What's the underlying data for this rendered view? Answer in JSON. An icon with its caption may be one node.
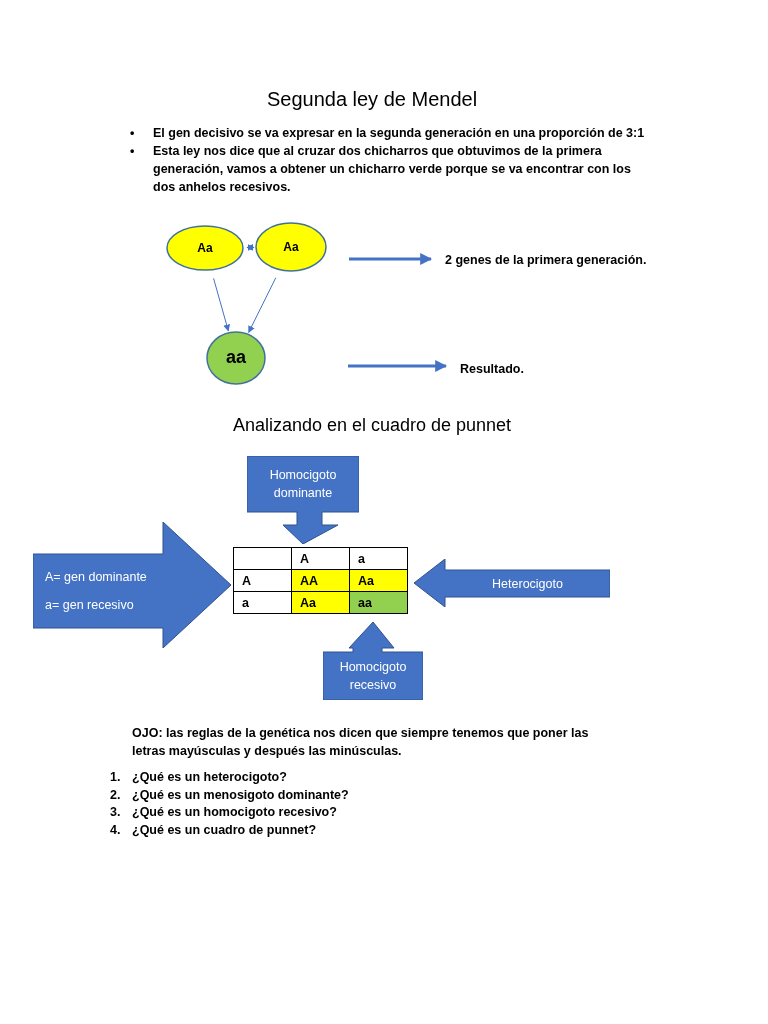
{
  "diagram": {
    "title": "Segunda ley de Mendel",
    "nodes": [
      {
        "text": [
          "Aa"
        ]
      },
      {
        "text": [
          "Aa"
        ]
      },
      {
        "text": [
          "aa"
        ]
      },
      {
        "text": [
          "2 genes de la primera generación."
        ]
      },
      {
        "text": [
          "Resultado."
        ]
      },
      {
        "text": [
          "A= gen dominante",
          "a= gen recesivo"
        ]
      },
      {
        "text": [
          "Homocigoto dominante"
        ]
      },
      {
        "text": [
          "Heterocigoto"
        ]
      },
      {
        "text": [
          "Homocigoto recesivo"
        ]
      }
    ],
    "edges": [
      {
        "from": 0,
        "to": 1,
        "arrow": "both"
      },
      {
        "from": 0,
        "to": 2,
        "arrow": "to"
      },
      {
        "from": 1,
        "to": 2,
        "arrow": "to"
      },
      {
        "from": null,
        "to": 3,
        "arrow": "to",
        "style": "thick"
      },
      {
        "from": null,
        "to": 4,
        "arrow": "to",
        "style": "thick"
      }
    ],
    "labels": [
      "•",
      "El gen decisivo se va expresar en la segunda generación en una proporción de 3:1",
      "•",
      " Esta ley nos dice que al cruzar dos chicharros que obtuvimos de la primera generación, vamos a obtener un chicharro verde porque se va encontrar con los dos anhelos recesivos.",
      "Analizando en el cuadro de punnet",
      "A",
      "a",
      "A",
      "AA",
      "Aa",
      "a",
      "Aa",
      "aa",
      "OJO: las reglas de la genética nos dicen que siempre tenemos que poner las letras mayúsculas y después las minúsculas.",
      "1.",
      "¿Qué es un heterocigoto?",
      "2.",
      "¿Qué es un menosigoto dominante?",
      "3.",
      "¿Qué es un homocigoto recesivo?",
      "4.",
      "¿Qué es un cuadro de punnet?"
    ]
  }
}
